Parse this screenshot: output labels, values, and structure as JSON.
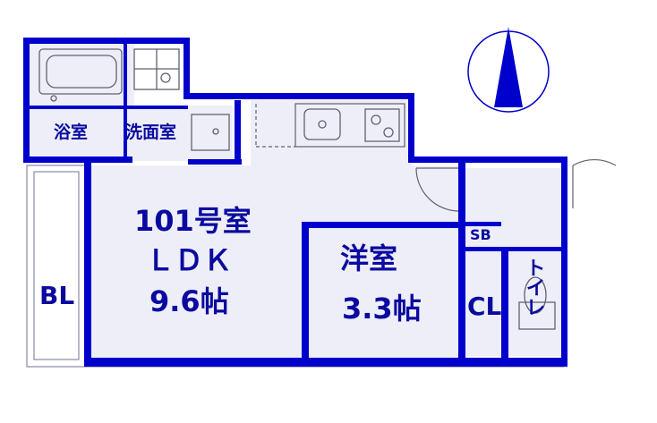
{
  "labels": {
    "bath": "浴室",
    "washroom": "洗面室",
    "room_number": "101号室",
    "ldk": "ＬＤＫ",
    "ldk_size": "9.6帖",
    "western_room": "洋室",
    "western_size": "3.3帖",
    "shoe_box": "SB",
    "closet": "CL",
    "toilet": "トイレ",
    "balcony": "BL"
  },
  "colors": {
    "wall": "#0000cc",
    "floor": "#eeeef8",
    "label": "#0a0aa0",
    "fixture": "#606070"
  },
  "icons": {
    "north_arrow": "north-arrow-icon",
    "bathtub": "bathtub-icon",
    "washer": "washing-machine-pan-icon",
    "sink": "sink-icon",
    "stove": "stove-icon",
    "toilet": "toilet-icon"
  }
}
